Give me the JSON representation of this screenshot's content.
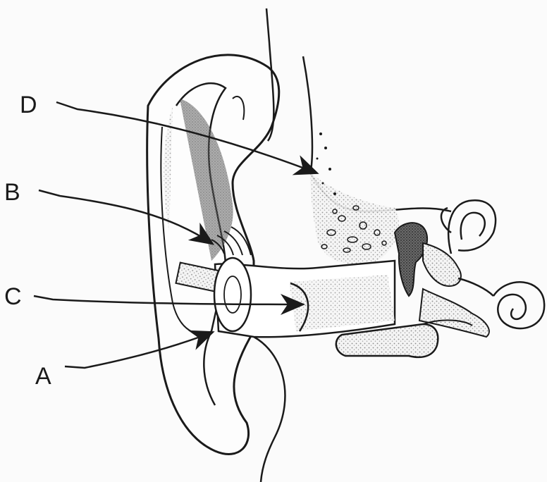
{
  "labels": {
    "A": "A",
    "B": "B",
    "C": "C",
    "D": "D"
  }
}
